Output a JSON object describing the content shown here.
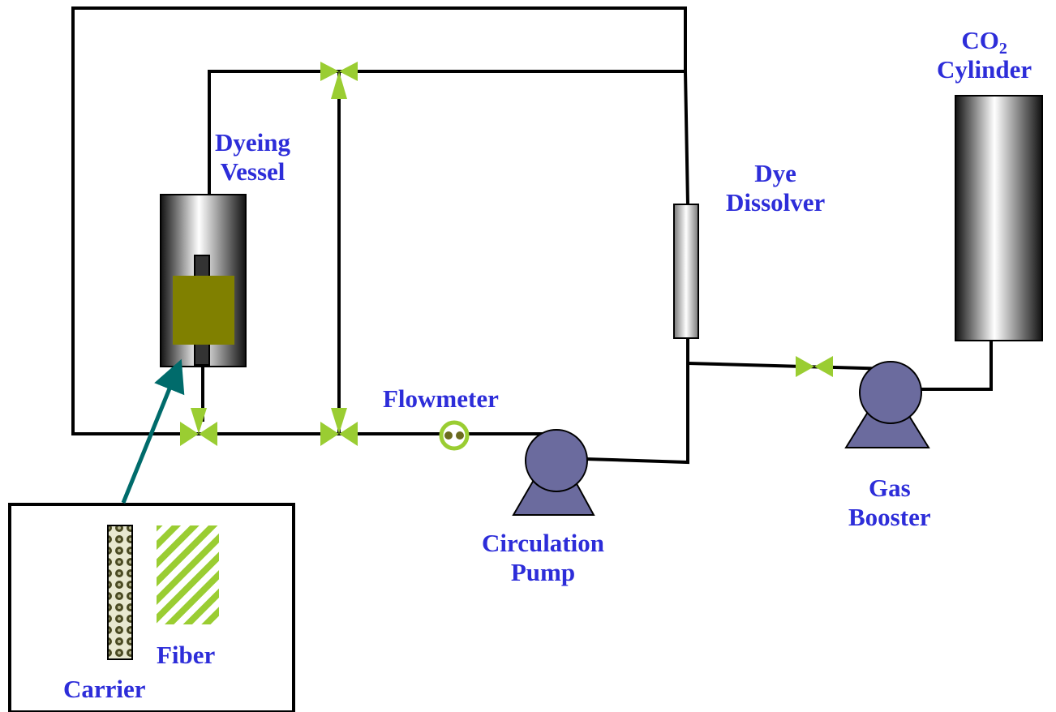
{
  "labels": {
    "dyeing_vessel": [
      "Dyeing",
      "Vessel"
    ],
    "dye_dissolver": [
      "Dye",
      "Dissolver"
    ],
    "co2_cylinder": {
      "formula_main": "CO",
      "formula_sub": "2",
      "line2": "Cylinder"
    },
    "flowmeter": "Flowmeter",
    "circulation_pump": [
      "Circulation",
      "Pump"
    ],
    "gas_booster": [
      "Gas",
      "Booster"
    ],
    "fiber": "Fiber",
    "carrier": "Carrier"
  },
  "colors": {
    "label": "#2d2dd9",
    "pipe": "#000000",
    "valve": "#9acd32",
    "pump": "#6b6b9e",
    "sample_holder": "#808000",
    "arrow": "#006b6b",
    "carrier_pattern": "#4a4a22",
    "fiber_stripes": "#9acd32"
  }
}
